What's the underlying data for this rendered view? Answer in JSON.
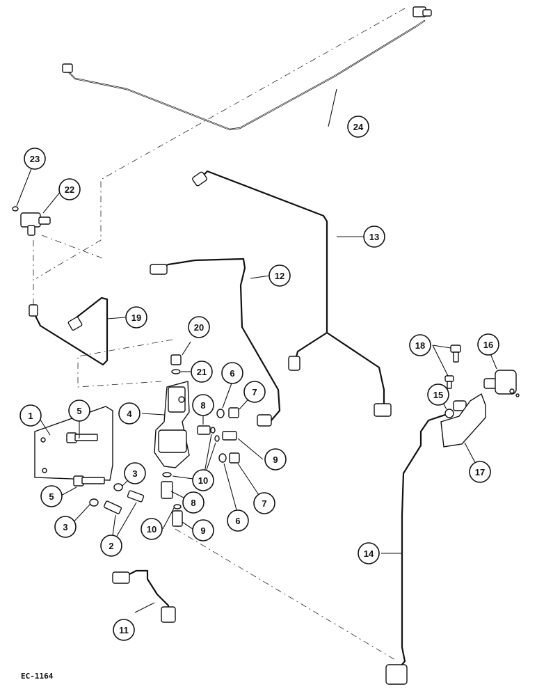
{
  "diagram_code": "EC-1164",
  "callouts": [
    {
      "id": "c1",
      "label": "1"
    },
    {
      "id": "c2",
      "label": "2"
    },
    {
      "id": "c3a",
      "label": "3"
    },
    {
      "id": "c3b",
      "label": "3"
    },
    {
      "id": "c4",
      "label": "4"
    },
    {
      "id": "c5a",
      "label": "5"
    },
    {
      "id": "c5b",
      "label": "5"
    },
    {
      "id": "c6a",
      "label": "6"
    },
    {
      "id": "c6b",
      "label": "6"
    },
    {
      "id": "c7a",
      "label": "7"
    },
    {
      "id": "c7b",
      "label": "7"
    },
    {
      "id": "c8a",
      "label": "8"
    },
    {
      "id": "c8b",
      "label": "8"
    },
    {
      "id": "c9a",
      "label": "9"
    },
    {
      "id": "c9b",
      "label": "9"
    },
    {
      "id": "c10a",
      "label": "10"
    },
    {
      "id": "c10b",
      "label": "10"
    },
    {
      "id": "c11",
      "label": "11"
    },
    {
      "id": "c12",
      "label": "12"
    },
    {
      "id": "c13",
      "label": "13"
    },
    {
      "id": "c14",
      "label": "14"
    },
    {
      "id": "c15",
      "label": "15"
    },
    {
      "id": "c16",
      "label": "16"
    },
    {
      "id": "c17",
      "label": "17"
    },
    {
      "id": "c18",
      "label": "18"
    },
    {
      "id": "c19",
      "label": "19"
    },
    {
      "id": "c20",
      "label": "20"
    },
    {
      "id": "c21",
      "label": "21"
    },
    {
      "id": "c22",
      "label": "22"
    },
    {
      "id": "c23",
      "label": "23"
    },
    {
      "id": "c24",
      "label": "24"
    }
  ]
}
